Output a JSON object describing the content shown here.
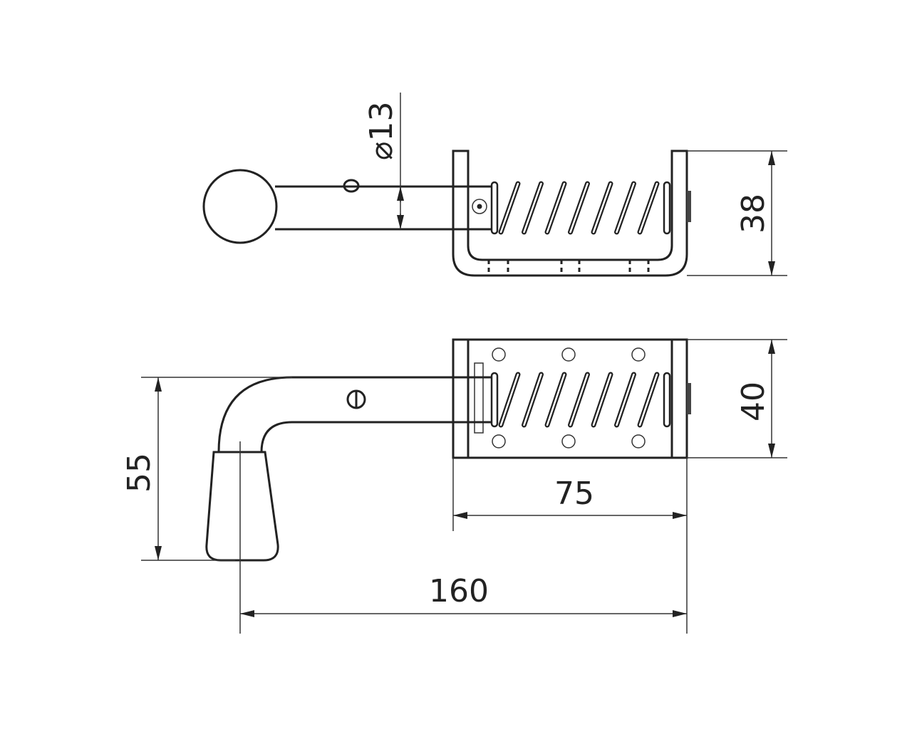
{
  "drawing": {
    "title": "Spring bolt with bent handle",
    "dimensions": {
      "pin_diameter": "⌀13",
      "bracket_height_top": "38",
      "bracket_height_front": "40",
      "handle_height": "55",
      "body_length": "75",
      "overall_length": "160"
    },
    "line_color": "#222222",
    "background": "#ffffff"
  }
}
